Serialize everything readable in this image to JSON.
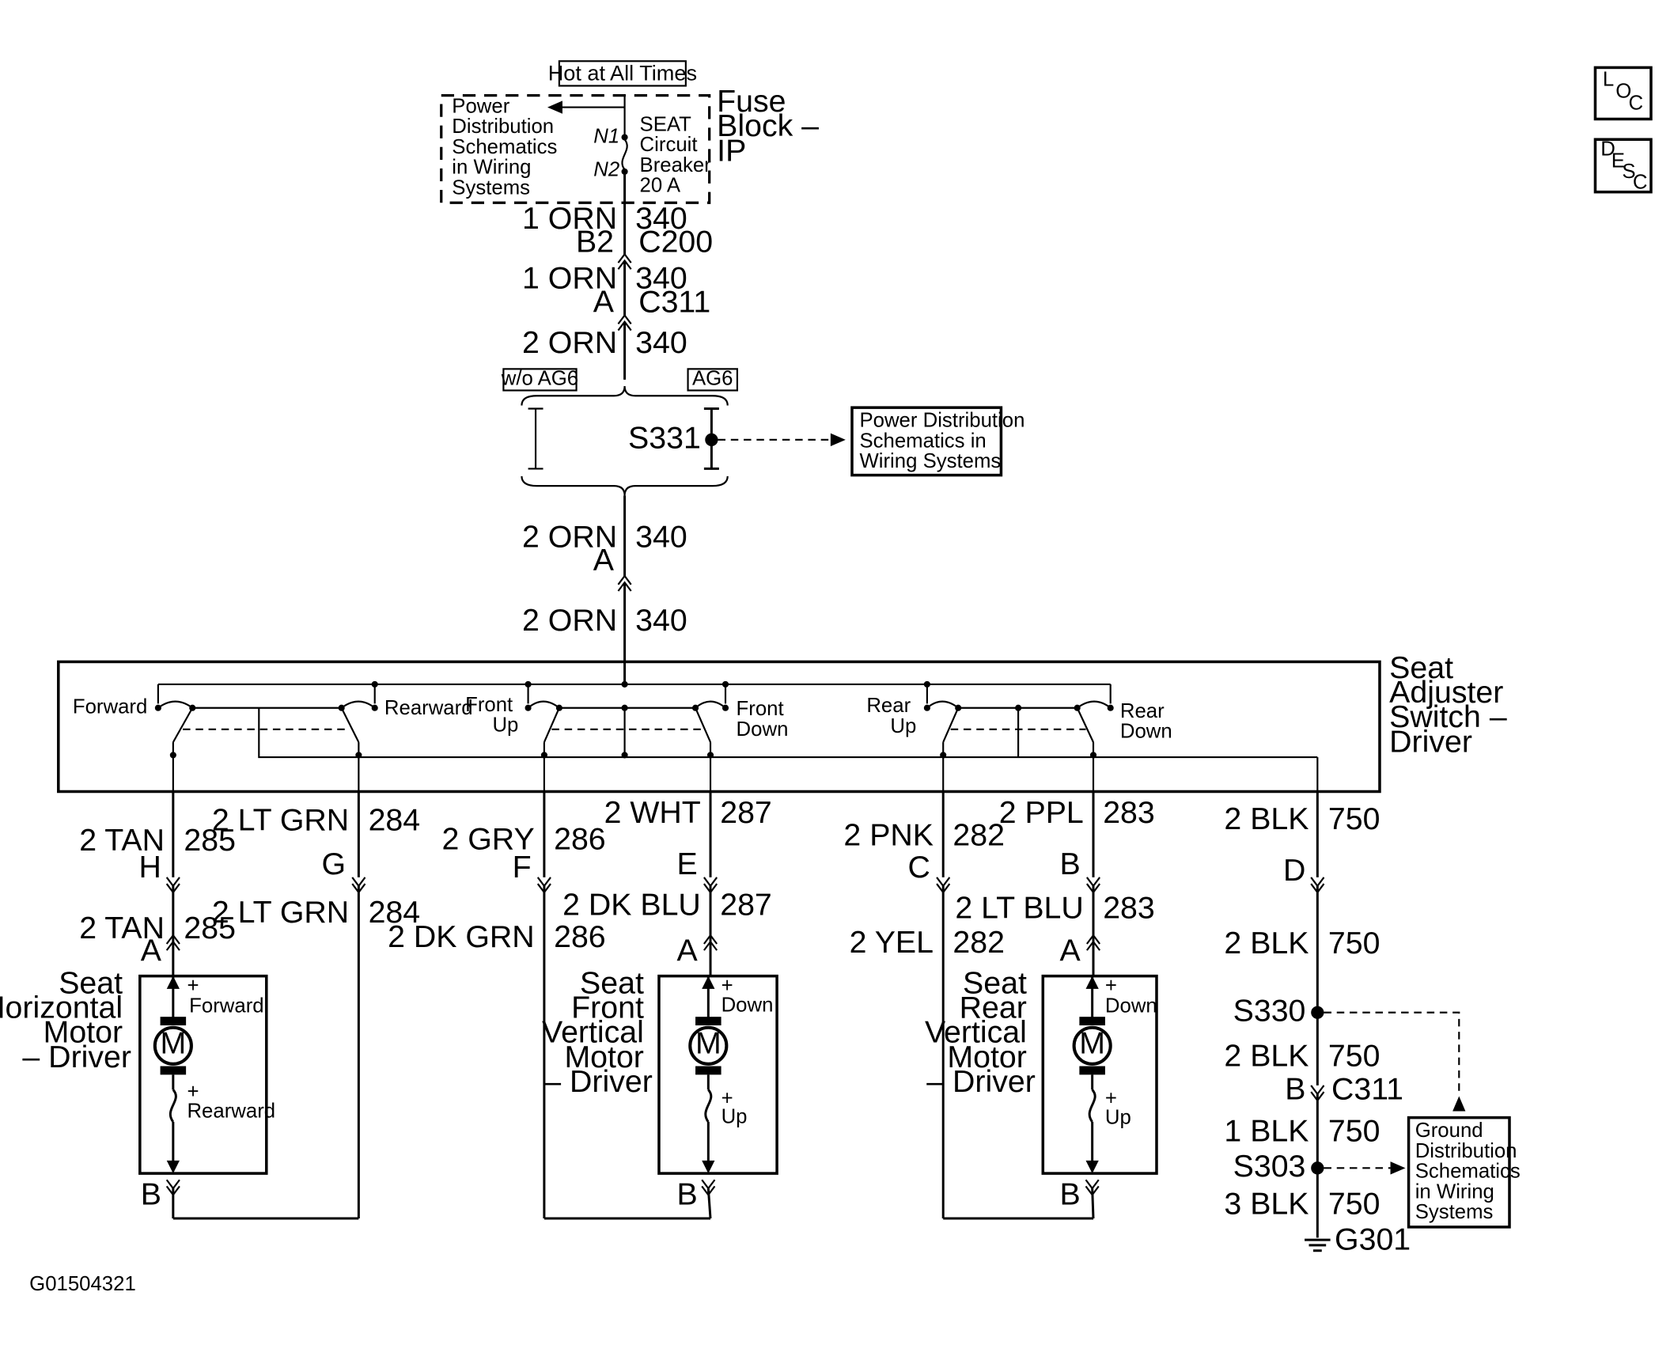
{
  "top": {
    "hot_label": "Hot at All Times",
    "fuse_block": [
      "Fuse",
      "Block –",
      "IP"
    ],
    "pwr_dist_lines": [
      "Power",
      "Distribution",
      "Schematics",
      "in Wiring",
      "Systems"
    ],
    "breaker_lines": [
      "SEAT",
      "Circuit",
      "Breaker",
      "20 A"
    ],
    "n1": "N1",
    "n2": "N2"
  },
  "feed": {
    "w1_gauge": "1 ORN",
    "w1_circuit": "340",
    "w1_pin": "B2",
    "w1_conn": "C200",
    "w2_gauge": "1 ORN",
    "w2_circuit": "340",
    "w2_pin": "A",
    "w2_conn": "C311",
    "w3_gauge": "2 ORN",
    "w3_circuit": "340",
    "wo_ag6": "w/o AG6",
    "ag6": "AG6",
    "splice": "S331",
    "pwr_dist_box": [
      "Power Distribution",
      "Schematics in",
      "Wiring Systems"
    ],
    "w4_gauge": "2 ORN",
    "w4_circuit": "340",
    "w4_pin": "A",
    "w5_gauge": "2 ORN",
    "w5_circuit": "340"
  },
  "switch": {
    "title": [
      "Seat",
      "Adjuster",
      "Switch –",
      "Driver"
    ],
    "forward": "Forward",
    "rearward": "Rearward",
    "front_up": [
      "Front",
      "Up"
    ],
    "front_down": [
      "Front",
      "Down"
    ],
    "rear_up": [
      "Rear",
      "Up"
    ],
    "rear_down": [
      "Rear",
      "Down"
    ]
  },
  "wires": {
    "tan_upper": {
      "gauge": "2 TAN",
      "circuit": "285",
      "pin": "H"
    },
    "ltgrn_upper": {
      "gauge": "2 LT GRN",
      "circuit": "284",
      "pin": "G"
    },
    "tan_lower": {
      "gauge": "2 TAN",
      "circuit": "285",
      "pin": "A"
    },
    "ltgrn_lower": {
      "gauge": "2 LT GRN",
      "circuit": "284"
    },
    "gry": {
      "gauge": "2 GRY",
      "circuit": "286",
      "pin": "F"
    },
    "wht": {
      "gauge": "2 WHT",
      "circuit": "287",
      "pin": "E"
    },
    "dkblu": {
      "gauge": "2 DK BLU",
      "circuit": "287",
      "pin": "A"
    },
    "dkgrn": {
      "gauge": "2 DK GRN",
      "circuit": "286"
    },
    "pnk": {
      "gauge": "2 PNK",
      "circuit": "282",
      "pin": "C"
    },
    "ppl": {
      "gauge": "2 PPL",
      "circuit": "283",
      "pin": "B"
    },
    "yel": {
      "gauge": "2 YEL",
      "circuit": "282"
    },
    "ltblu": {
      "gauge": "2 LT  BLU",
      "circuit": "283",
      "pin": "A"
    },
    "blk1": {
      "gauge": "2 BLK",
      "circuit": "750",
      "pin": "D"
    },
    "blk2": {
      "gauge": "2 BLK",
      "circuit": "750"
    },
    "blk3": {
      "gauge": "2 BLK",
      "circuit": "750",
      "pin": "B",
      "conn": "C311"
    },
    "blk4": {
      "gauge": "1 BLK",
      "circuit": "750"
    },
    "blk5": {
      "gauge": "3 BLK",
      "circuit": "750"
    }
  },
  "motors": {
    "m": "M",
    "b_pin": "B",
    "plus": "+",
    "horizontal": {
      "name": [
        "Seat",
        "Horizontal",
        "Motor",
        "– Driver"
      ],
      "top_dir": "Forward",
      "bot_dir": "Rearward"
    },
    "front_vertical": {
      "name": [
        "Seat",
        "Front",
        "Vertical",
        "Motor",
        "– Driver"
      ],
      "top_dir": "Down",
      "bot_dir": "Up"
    },
    "rear_vertical": {
      "name": [
        "Seat",
        "Rear",
        "Vertical",
        "Motor",
        "– Driver"
      ],
      "top_dir": "Down",
      "bot_dir": "Up"
    }
  },
  "ground": {
    "s330": "S330",
    "s303": "S303",
    "g301": "G301",
    "gnd_box": [
      "Ground",
      "Distribution",
      "Schematics",
      "in Wiring",
      "Systems"
    ]
  },
  "side_icons": {
    "loc": [
      "L",
      "O",
      "C"
    ],
    "desc": [
      "D",
      "E",
      "S",
      "C"
    ]
  },
  "figure_id": "G01504321"
}
